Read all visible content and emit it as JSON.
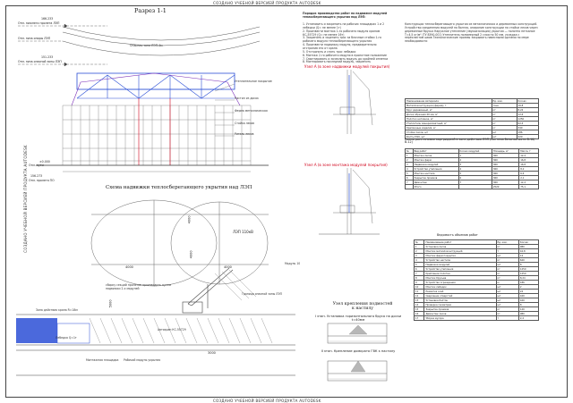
{
  "watermark": "СОЗДАНО УЧЕБНОЙ ВЕРСИЕЙ ПРОДУКТА AUTODESK",
  "section": {
    "title": "Разрез 1-1",
    "elev_top_value": "166.233",
    "elev_top_label": "Отм. нижнего пролета ЛЭП",
    "elev_second_label": "Отм. низа опоры ЛЭП",
    "elev_low_value": "151.233",
    "elev_low_label": "Отм. низа опасной зоны ЛЭП",
    "ground_label": "Опасная зона ЛЭП-4м",
    "elev_bottom_value": "±0.000",
    "elev_bottom_label": "Отм. пути",
    "bottom_value": "156.273",
    "bottom_label": "Отм. пролета ПО",
    "callouts": [
      "Утеплительное покрытие",
      "Настил из досок",
      "Ферма металлическая",
      "Стойка лесов",
      "Ригель лесов"
    ]
  },
  "steps": {
    "heading": "Порядок производства работ по надвижке модулей теплосберегающего укрытия над ЛЭП:",
    "text": "1. Установить и закрепить на рабочих площадках 1 и 2 лебедки (Q= не менее 1т)\n2. Произвести монтаж 1-го рабочего модуля краном КС-55729 (Q= не менее 16т)\n3. Закрепить и зацепить трос за блочные стойки 1-го рабочего модуля теплосберегающего укрытия\n4. Произвести надвижку модуля, предварительно отстропив его от крана\n5. Отстропить и снять трос лебедки\n6. Монтаж 2-го рабочего модуля в проектное положение\n7. Смонтировать и зачехлить модуль до крайней отметки\n8. Монтировать последний модуль, закрепить"
  },
  "nodeA": {
    "label_top": "Узел А (в зоне надвижки модулей покрытия)",
    "label_bottom": "Узел А (в зоне монтажа модулей покрытия)"
  },
  "materials": {
    "text": "Конструкции теплосберегающего укрытия из металлических и деревянных конструкций. Устройство соединения модулей на болтах, опирание конструкции на стойки лесов через деревянные брусья\nНаружное утепление (звукоизоляция) укрытия — полотно нетканое Т=4,5 кг/м² (ТУ 8390-001)\nУтеплитель полимерный 2 слоя по 50 мм, укладка с перехлестом швов\nТехнологические проемы закрывать навесными щитами по мере необходимости"
  },
  "materials_table": {
    "header": [
      "Наименование материала",
      "Ед. изм.",
      "Кол-во"
    ],
    "rows": [
      [
        "Металлоконструкции (ферма), т",
        "тонн",
        "16,8"
      ],
      [
        "Брус деревянный, м³",
        "м³",
        "8,24"
      ],
      [
        "Доска обрезная 40 мм, м³",
        "м³",
        "12,6"
      ],
      [
        "Полотно нетканое, м²",
        "м²",
        "1250"
      ],
      [
        "Утеплитель минераловатный, м³",
        "м³",
        "62,5"
      ],
      [
        "Крепежные изделия, кг",
        "кг",
        "340"
      ],
      [
        "Стойки лесов, шт",
        "шт",
        "186"
      ],
      [
        "Болты М16, шт",
        "шт",
        "420"
      ]
    ]
  },
  "cartridges": {
    "title": "Схема расстановки картриджей в зоне действия ЛЭП (система безопасности В-10/В-12)",
    "header": [
      "№",
      "Вид работ",
      "Кол-во модулей",
      "Площадь, м²",
      "Масса, т"
    ],
    "rows": [
      [
        "1",
        "Монтаж лесов",
        "1",
        "360",
        "12,4"
      ],
      [
        "2",
        "Монтаж ферм",
        "2",
        "360",
        "16,8"
      ],
      [
        "3",
        "Надвижка модулей",
        "3",
        "360",
        "16,8"
      ],
      [
        "4",
        "Устройство утепления",
        "4",
        "360",
        "8,2"
      ],
      [
        "5",
        "Монтаж настила",
        "5",
        "360",
        "6,4"
      ],
      [
        "6",
        "Закрытие проемов",
        "6",
        "360",
        "2,1"
      ],
      [
        "7",
        "Демонтаж",
        "7",
        "360",
        "12,4"
      ],
      [
        "",
        "Итого",
        "",
        "2520",
        "75,1"
      ]
    ]
  },
  "plan": {
    "title": "Схема надвижки теплосберегающего укрытия над ЛЭП",
    "lep_label": "ЛЭП 110кВ",
    "dims": [
      "4000",
      "4000",
      "4000",
      "4000",
      "5000",
      "3000"
    ],
    "callouts": [
      "Модуль 10",
      "Лебедка Q=1т",
      "Автокран КС-55729",
      "Зона действия крана R=18м",
      "Монтажная площадка",
      "Рабочий модуль укрытия",
      "Граница опасной зоны ЛЭП"
    ],
    "assembly_note": "сборку секций пролетов производить путем надвижки 2-х модулей"
  },
  "unit_titles": {
    "title": "Узел крепления подмостей к настилу",
    "step1": "I этап. Установка горизонтального бруса на доски t=40мм",
    "step2": "II этап. Крепление домкрата ГВК к настилу"
  },
  "work_table": {
    "title": "Ведомость объемов работ",
    "header": [
      "№",
      "Наименование работ",
      "Ед. изм.",
      "Кол-во"
    ],
    "rows": [
      [
        "1",
        "Установка лесов",
        "м²",
        "980"
      ],
      [
        "2",
        "Монтаж металлоконструкций",
        "т",
        "16,8"
      ],
      [
        "3",
        "Монтаж ферм покрытия",
        "шт",
        "14"
      ],
      [
        "4",
        "Устройство настила",
        "м²",
        "620"
      ],
      [
        "5",
        "Надвижка модулей",
        "шт",
        "8"
      ],
      [
        "6",
        "Устройство утепления",
        "м²",
        "1250"
      ],
      [
        "7",
        "Крепление полотна",
        "м²",
        "1250"
      ],
      [
        "8",
        "Монтаж брусьев",
        "м³",
        "8,24"
      ],
      [
        "9",
        "Устройство ограждения",
        "м",
        "186"
      ],
      [
        "10",
        "Монтаж лебедок",
        "шт",
        "2"
      ],
      [
        "11",
        "Разметка осей",
        "шт",
        "24"
      ],
      [
        "12",
        "Сверление отверстий",
        "шт",
        "420"
      ],
      [
        "13",
        "Установка болтов",
        "шт",
        "420"
      ],
      [
        "14",
        "Проверка геометрии",
        "шт",
        "8"
      ],
      [
        "15",
        "Закрытие проемов",
        "м²",
        "120"
      ],
      [
        "16",
        "Демонтаж лесов",
        "м²",
        "980"
      ],
      [
        "17",
        "Уборка мусора",
        "т",
        "2,4"
      ]
    ]
  },
  "colors": {
    "blue": "#2b4fd6",
    "red": "#d0021b",
    "line": "#555555",
    "purple": "#7a2fb8"
  }
}
